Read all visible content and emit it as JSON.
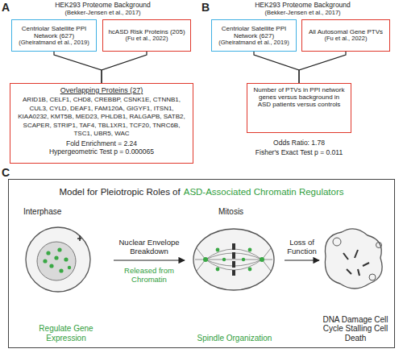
{
  "diagram": {
    "nodes": [
      {
        "text": [
          "HEK293 Proteome Background",
          "(Bekker-Jensen et al., 2017)"
        ]
      },
      {
        "text": [
          "Centriolar Satellite PPI Network (627)",
          "(Gheiratmand et al., 2019)"
        ],
        "in": 0
      },
      {
        "text": [
          "hcASD Risk Proteins (205)",
          "(Fu et al., 2022)"
        ],
        "in": 0
      },
      {
        "text": [
          "Overlapping Proteins (27)",
          "ARID1B, CELF1, CHD8, CREBBP, CSNK1E, CTNNB1, CUL3, CYLD, DEAF1, FAM120A, GIGYF1, ITSN1, KIAA0232, KMT5B, MED23, PHLDB1, RALGAPB, SATB2, SCAPER, STRIP1, TAF4, TBL1XR1, TCF20, TNRC6B, TSC1, UBR5, WAC",
          "Fold Enrichment = 2.24",
          "Hypergeometric Test p = 0.000065"
        ]
      },
      {
        "text": [
          "HEK293 Proteome Background",
          "(Bekker-Jensen et al., 2017)"
        ]
      },
      {
        "text": [
          "Centriolar Satellite PPI Network (627)",
          "(Gheiratmand et al., 2019)"
        ],
        "in": 4
      },
      {
        "text": [
          "All Autosomal Gene PTVs",
          "(Fu et al., 2022)"
        ],
        "in": 4
      },
      {
        "text": [
          "Number of PTVs in PPI network genes versus background in ASD patients versus controls"
        ]
      },
      {
        "text": [
          "Model for Pleiotropic Roles of",
          "ASD-Associated Chromatin Regulators"
        ]
      },
      {
        "text": [
          "Interphase",
          "Regulate Gene Expression"
        ],
        "in": 8
      },
      {
        "text": [
          "Mitosis",
          "Spindle Organization"
        ],
        "in": 8
      },
      {
        "text": [
          "DNA Damage Cell Cycle Stalling Cell Death"
        ],
        "in": 8
      }
    ],
    "edges": [
      {
        "from": 1,
        "to": 3,
        "arrow": "none"
      },
      {
        "from": 2,
        "to": 3,
        "arrow": "none"
      },
      {
        "from": 5,
        "to": 7,
        "arrow": "none"
      },
      {
        "from": 6,
        "to": 7,
        "arrow": "none"
      },
      {
        "from": 9,
        "to": 10,
        "label": "Nuclear Envelope Breakdown",
        "arrow": "to"
      },
      {
        "from": 10,
        "to": 11,
        "label": "Loss of Function",
        "arrow": "to"
      }
    ],
    "labels": [
      "A",
      "B",
      "C",
      "Released from Chromatin",
      "Odds Ratio: 1.78",
      "Fisher's Exact Test p = 0.011"
    ]
  }
}
